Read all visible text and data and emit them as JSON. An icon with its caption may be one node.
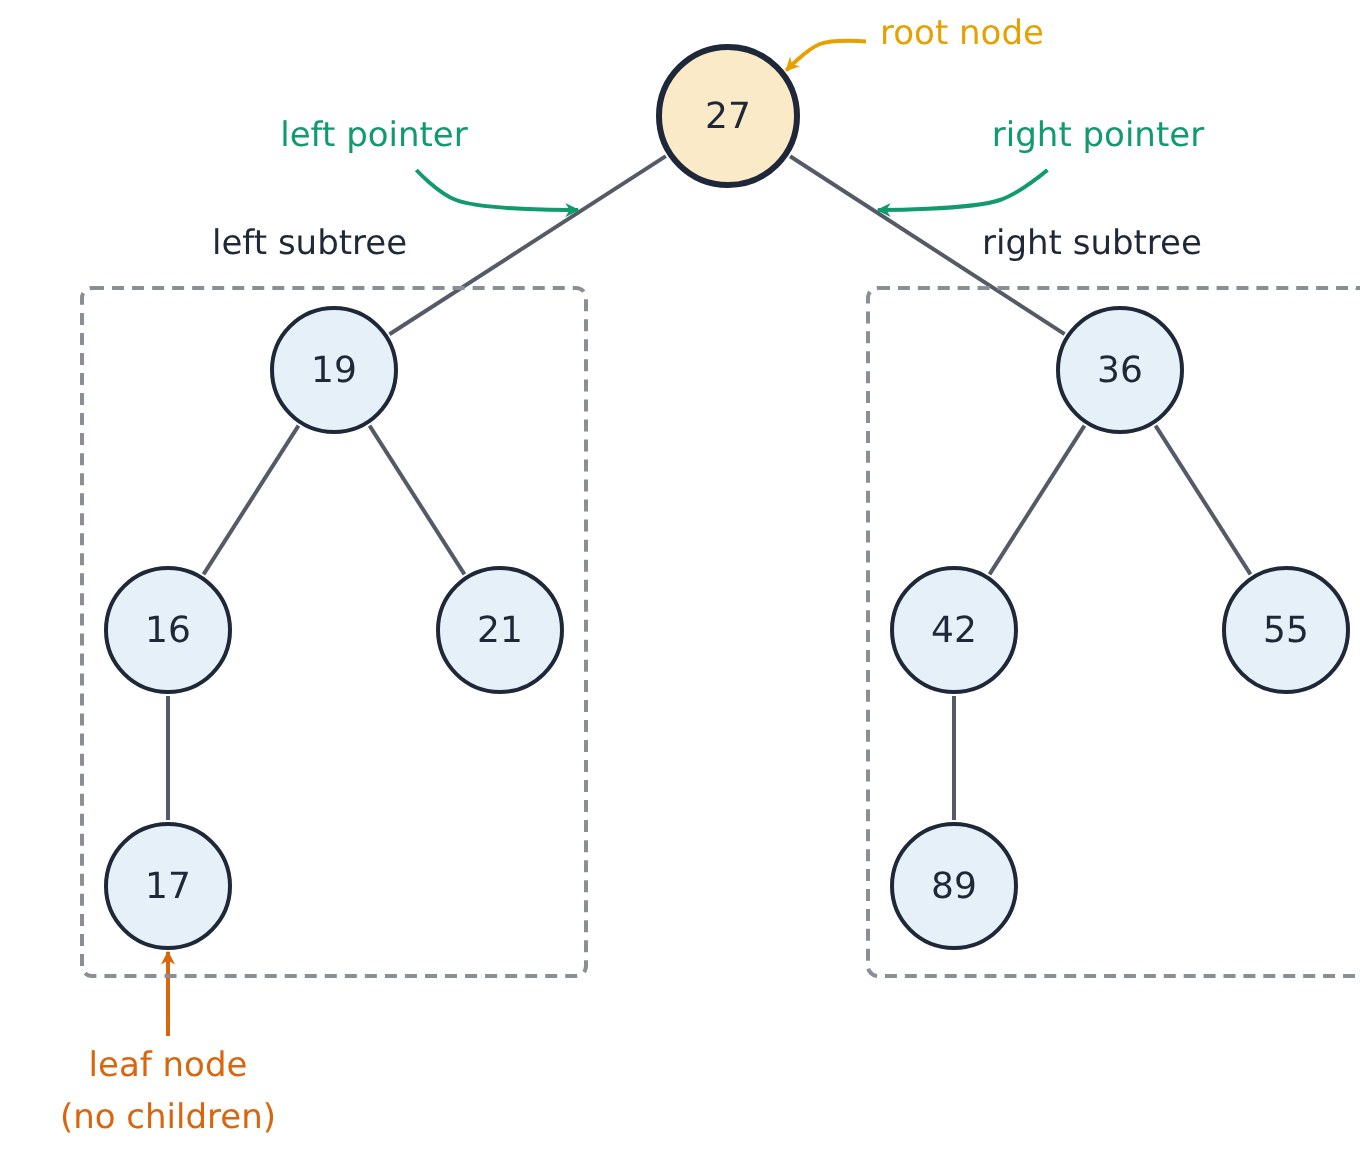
{
  "diagram": {
    "nodes": [
      {
        "text": [
          "left subtree"
        ]
      },
      {
        "text": [
          "right subtree"
        ]
      },
      {
        "text": [
          "27"
        ]
      },
      {
        "text": [
          "19"
        ],
        "in": 0
      },
      {
        "text": [
          "16"
        ],
        "in": 0
      },
      {
        "text": [
          "21"
        ],
        "in": 0
      },
      {
        "text": [
          "17"
        ],
        "in": 0
      },
      {
        "text": [
          "36"
        ],
        "in": 1
      },
      {
        "text": [
          "42"
        ],
        "in": 1
      },
      {
        "text": [
          "55"
        ],
        "in": 1
      },
      {
        "text": [
          "89"
        ],
        "in": 1
      },
      {
        "text": [
          "root node"
        ]
      },
      {
        "text": [
          "left pointer"
        ]
      },
      {
        "text": [
          "right pointer"
        ]
      },
      {
        "text": [
          "leaf node (no children)"
        ]
      }
    ],
    "edges": [
      {
        "from": 2,
        "to": 3,
        "arrow": "none"
      },
      {
        "from": 2,
        "to": 7,
        "arrow": "none"
      },
      {
        "from": 3,
        "to": 4,
        "arrow": "none"
      },
      {
        "from": 3,
        "to": 5,
        "arrow": "none"
      },
      {
        "from": 4,
        "to": 6,
        "arrow": "none"
      },
      {
        "from": 7,
        "to": 8,
        "arrow": "none"
      },
      {
        "from": 7,
        "to": 9,
        "arrow": "none"
      },
      {
        "from": 8,
        "to": 10,
        "arrow": "none"
      },
      {
        "from": 11,
        "to": 2,
        "arrow": "to",
        "color": "#e6a000"
      },
      {
        "from": 12,
        "to": null,
        "arrow": "to",
        "color": "#109a6e"
      },
      {
        "from": 13,
        "to": null,
        "arrow": "to",
        "color": "#109a6e"
      },
      {
        "from": 14,
        "to": 6,
        "arrow": "to",
        "color": "#d9650c"
      }
    ]
  }
}
